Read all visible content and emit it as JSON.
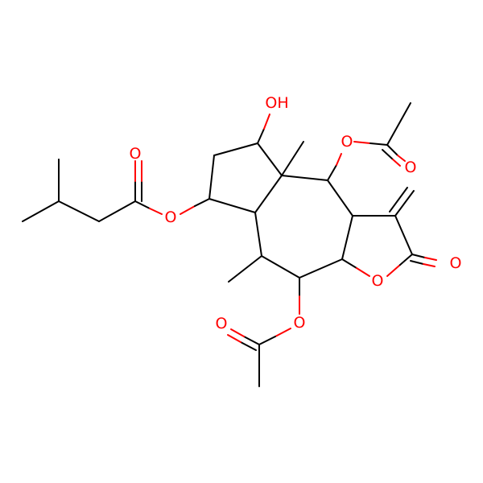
{
  "colors": {
    "background": "#ffffff",
    "carbon_bond": "#000000",
    "oxygen": "#ff0000"
  },
  "atoms": {
    "o_hydroxyl": "OH",
    "o_acetate_top": "O",
    "o_acetate_top_carbonyl": "O",
    "o_ester_left": "O",
    "o_ester_left_carbonyl": "O",
    "o_lactone_ring": "O",
    "o_lactone_carbonyl": "O",
    "o_acetate_bottom": "O",
    "o_acetate_bottom_carbonyl": "O"
  }
}
